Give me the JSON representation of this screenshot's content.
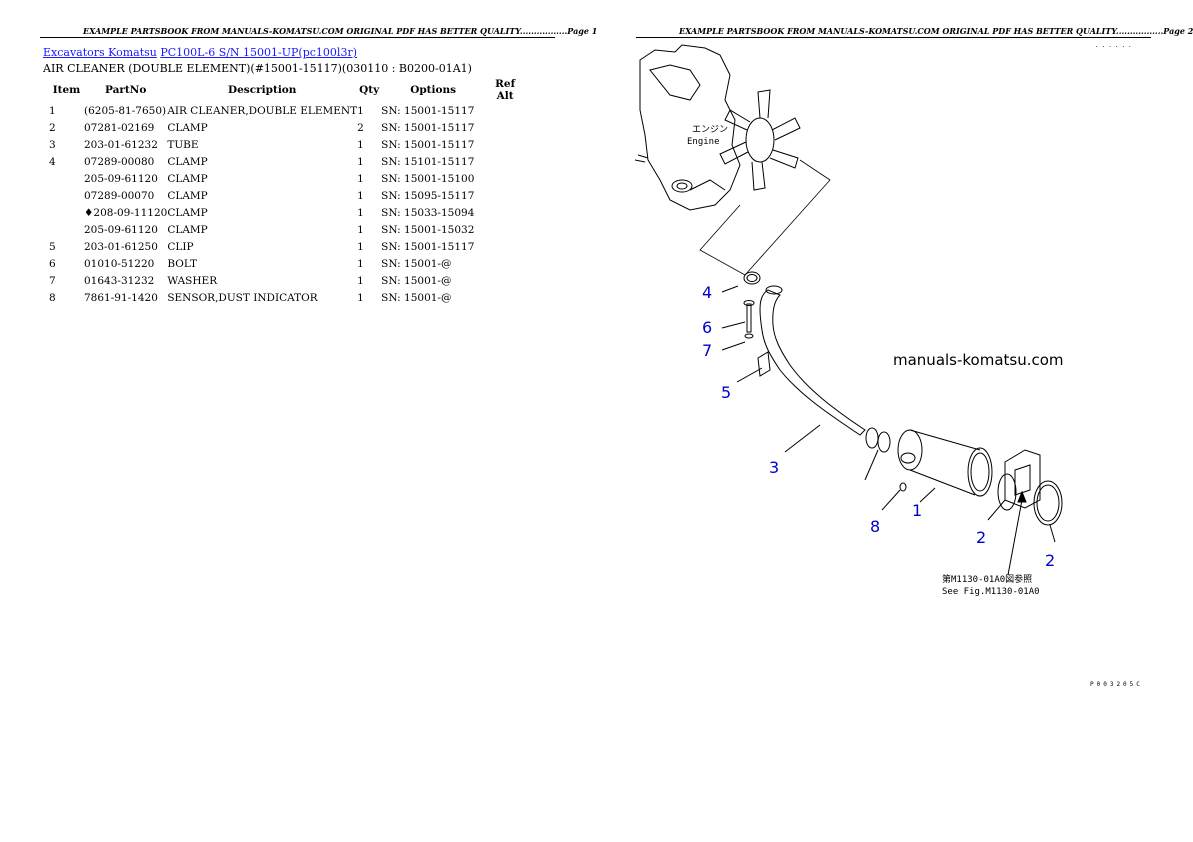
{
  "page1": {
    "header": "EXAMPLE PARTSBOOK FROM MANUALS-KOMATSU.COM ORIGINAL PDF HAS BETTER QUALITY.................Page 1",
    "breadcrumb": {
      "category": "Excavators Komatsu",
      "model": "PC100L-6 S/N 15001-UP(pc100l3r)"
    },
    "section_title": "AIR CLEANER (DOUBLE ELEMENT)(#15001-15117)(030110 : B0200-01A1)",
    "columns": [
      "Item",
      "PartNo",
      "Description",
      "Qty",
      "Options",
      "Ref Alt"
    ],
    "rows": [
      {
        "item": "1",
        "partno": "(6205-81-7650)",
        "description": "AIR CLEANER,DOUBLE ELEMENT",
        "qty": "1",
        "options": "SN: 15001-15117",
        "ref": ""
      },
      {
        "item": "2",
        "partno": "07281-02169",
        "description": "CLAMP",
        "qty": "2",
        "options": "SN: 15001-15117",
        "ref": ""
      },
      {
        "item": "3",
        "partno": "203-01-61232",
        "description": "TUBE",
        "qty": "1",
        "options": "SN: 15001-15117",
        "ref": ""
      },
      {
        "item": "4",
        "partno": "07289-00080",
        "description": "CLAMP",
        "qty": "1",
        "options": "SN: 15101-15117",
        "ref": ""
      },
      {
        "item": "",
        "partno": "205-09-61120",
        "description": "CLAMP",
        "qty": "1",
        "options": "SN: 15001-15100",
        "ref": ""
      },
      {
        "item": "",
        "partno": "07289-00070",
        "description": "CLAMP",
        "qty": "1",
        "options": "SN: 15095-15117",
        "ref": ""
      },
      {
        "item": "",
        "partno": "♦208-09-11120",
        "description": "CLAMP",
        "qty": "1",
        "options": "SN: 15033-15094",
        "ref": ""
      },
      {
        "item": "",
        "partno": "205-09-61120",
        "description": "CLAMP",
        "qty": "1",
        "options": "SN: 15001-15032",
        "ref": ""
      },
      {
        "item": "5",
        "partno": "203-01-61250",
        "description": "CLIP",
        "qty": "1",
        "options": "SN: 15001-15117",
        "ref": ""
      },
      {
        "item": "6",
        "partno": "01010-51220",
        "description": "BOLT",
        "qty": "1",
        "options": "SN: 15001-@",
        "ref": ""
      },
      {
        "item": "7",
        "partno": "01643-31232",
        "description": "WASHER",
        "qty": "1",
        "options": "SN: 15001-@",
        "ref": ""
      },
      {
        "item": "8",
        "partno": "7861-91-1420",
        "description": "SENSOR,DUST INDICATOR",
        "qty": "1",
        "options": "SN: 15001-@",
        "ref": ""
      }
    ]
  },
  "page2": {
    "header": "EXAMPLE PARTSBOOK FROM MANUALS-KOMATSU.COM ORIGINAL PDF HAS BETTER QUALITY.................Page 2",
    "watermark": "manuals-komatsu.com",
    "engine_label_jp": "エンジン",
    "engine_label_en": "Engine",
    "see_fig_jp": "第M1130-01A0図参照",
    "see_fig_en": "See Fig.M1130-01A0",
    "code_top": "......",
    "code_bottom": "P003205C",
    "callouts": {
      "c4": "4",
      "c6": "6",
      "c7": "7",
      "c5": "5",
      "c3": "3",
      "c8": "8",
      "c1": "1",
      "c2a": "2",
      "c2b": "2"
    }
  }
}
